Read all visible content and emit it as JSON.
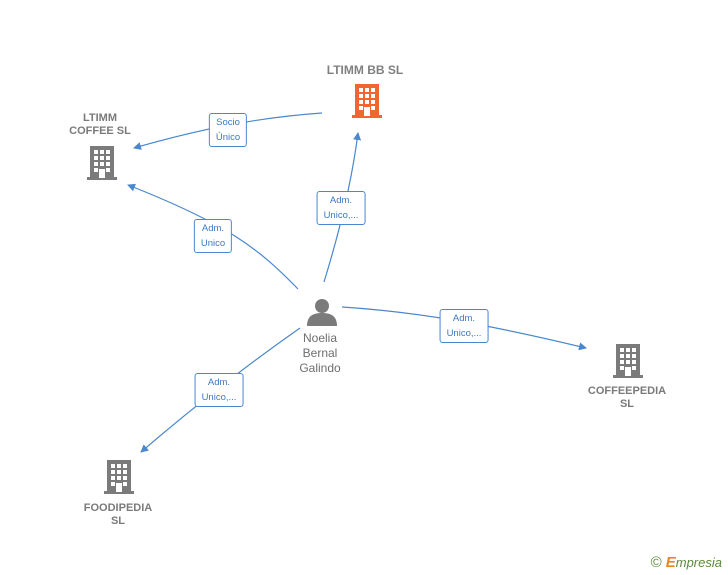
{
  "nodes": {
    "main": {
      "label": "LTIMM BB  SL",
      "color": "#f26430"
    },
    "coffee": {
      "label_line1": "LTIMM",
      "label_line2": "COFFEE  SL",
      "color": "#7b7b7b"
    },
    "coffeepedia": {
      "label_line1": "COFFEEPEDIA",
      "label_line2": "SL",
      "color": "#7b7b7b"
    },
    "foodipedia": {
      "label_line1": "FOODIPEDIA",
      "label_line2": "SL",
      "color": "#7b7b7b"
    },
    "person": {
      "line1": "Noelia",
      "line2": "Bernal",
      "line3": "Galindo",
      "color": "#7b7b7b"
    }
  },
  "edges": {
    "socio": {
      "line1": "Socio",
      "line2": "Único"
    },
    "adm_main": {
      "line1": "Adm.",
      "line2": "Unico,..."
    },
    "adm_coffee": {
      "line1": "Adm.",
      "line2": "Unico"
    },
    "adm_coffeepedia": {
      "line1": "Adm.",
      "line2": "Unico,..."
    },
    "adm_foodipedia": {
      "line1": "Adm.",
      "line2": "Unico,..."
    }
  },
  "colors": {
    "edge": "#4a87cf"
  },
  "brand": {
    "copyright": "©",
    "initial": "E",
    "rest": "mpresia"
  }
}
